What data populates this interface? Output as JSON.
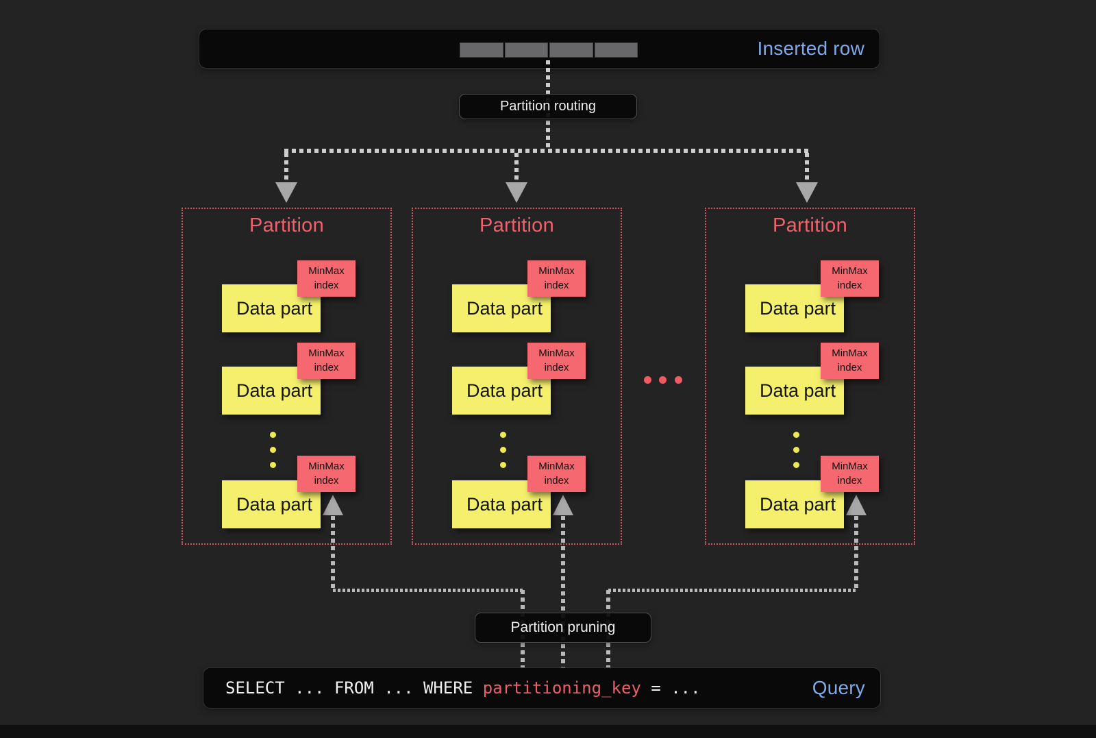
{
  "colors": {
    "background": "#232324",
    "accent_red": "#ef5d66",
    "partition_border": "#da5460",
    "data_part_yellow": "#f4f06d",
    "minmax_pink": "#f5686f",
    "link_blue": "#7fa9e8",
    "dash_gray": "#cdcdcd",
    "bar_black": "#09090a"
  },
  "inserted_row_bar": {
    "label": "Inserted row",
    "cell_count": 4
  },
  "flow_labels": {
    "routing": "Partition routing",
    "pruning": "Partition pruning"
  },
  "partitions": [
    {
      "title": "Partition",
      "parts": [
        {
          "label": "Data part",
          "index_label": "MinMax index"
        },
        {
          "label": "Data part",
          "index_label": "MinMax index"
        },
        {
          "label": "Data part",
          "index_label": "MinMax index"
        }
      ]
    },
    {
      "title": "Partition",
      "parts": [
        {
          "label": "Data part",
          "index_label": "MinMax index"
        },
        {
          "label": "Data part",
          "index_label": "MinMax index"
        },
        {
          "label": "Data part",
          "index_label": "MinMax index"
        }
      ]
    },
    {
      "title": "Partition",
      "parts": [
        {
          "label": "Data part",
          "index_label": "MinMax index"
        },
        {
          "label": "Data part",
          "index_label": "MinMax index"
        },
        {
          "label": "Data part",
          "index_label": "MinMax index"
        }
      ]
    }
  ],
  "query_bar": {
    "sql_prefix": "SELECT ... FROM ... WHERE ",
    "sql_key": "partitioning_key",
    "sql_suffix": " = ...",
    "label": "Query"
  }
}
